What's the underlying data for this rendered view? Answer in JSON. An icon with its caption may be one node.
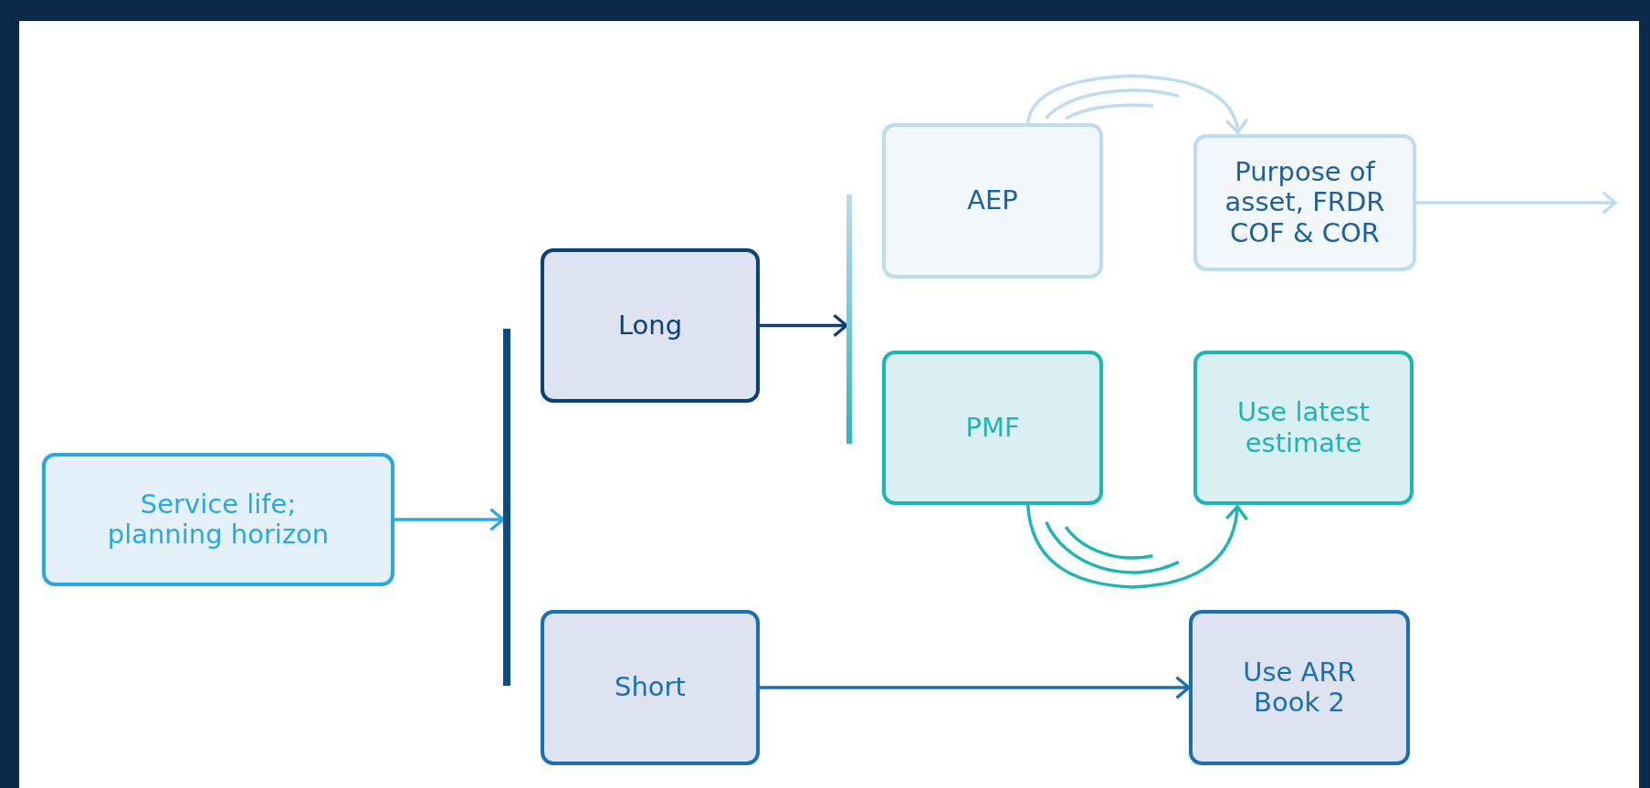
{
  "diagram": {
    "nodes": [
      {
        "text": [
          "Service life; planning horizon"
        ]
      },
      {
        "text": [],
        "shape": "bar"
      },
      {
        "text": [
          "Long"
        ]
      },
      {
        "text": [
          "Short"
        ]
      },
      {
        "text": [],
        "shape": "bar"
      },
      {
        "text": [
          "AEP"
        ]
      },
      {
        "text": [
          "Purpose of asset, FRDR COF & COR"
        ]
      },
      {
        "text": [
          "PMF"
        ]
      },
      {
        "text": [
          "Use latest estimate"
        ]
      },
      {
        "text": [
          "Use ARR Book 2"
        ]
      }
    ],
    "edges": [
      {
        "from": 0,
        "to": 1,
        "arrow": "to",
        "color": "#2aa8e0"
      },
      {
        "from": 2,
        "to": 4,
        "arrow": "to",
        "color": "#0d3f78"
      },
      {
        "from": 5,
        "to": 6,
        "arrow": "to",
        "color": "#bcdcf0"
      },
      {
        "from": 6,
        "to": null,
        "arrow": "to",
        "color": "#bcdcf0"
      },
      {
        "from": 7,
        "to": 8,
        "arrow": "to",
        "color": "#1fb5b5"
      },
      {
        "from": 3,
        "to": 9,
        "arrow": "to",
        "color": "#1a6fb0"
      }
    ]
  }
}
